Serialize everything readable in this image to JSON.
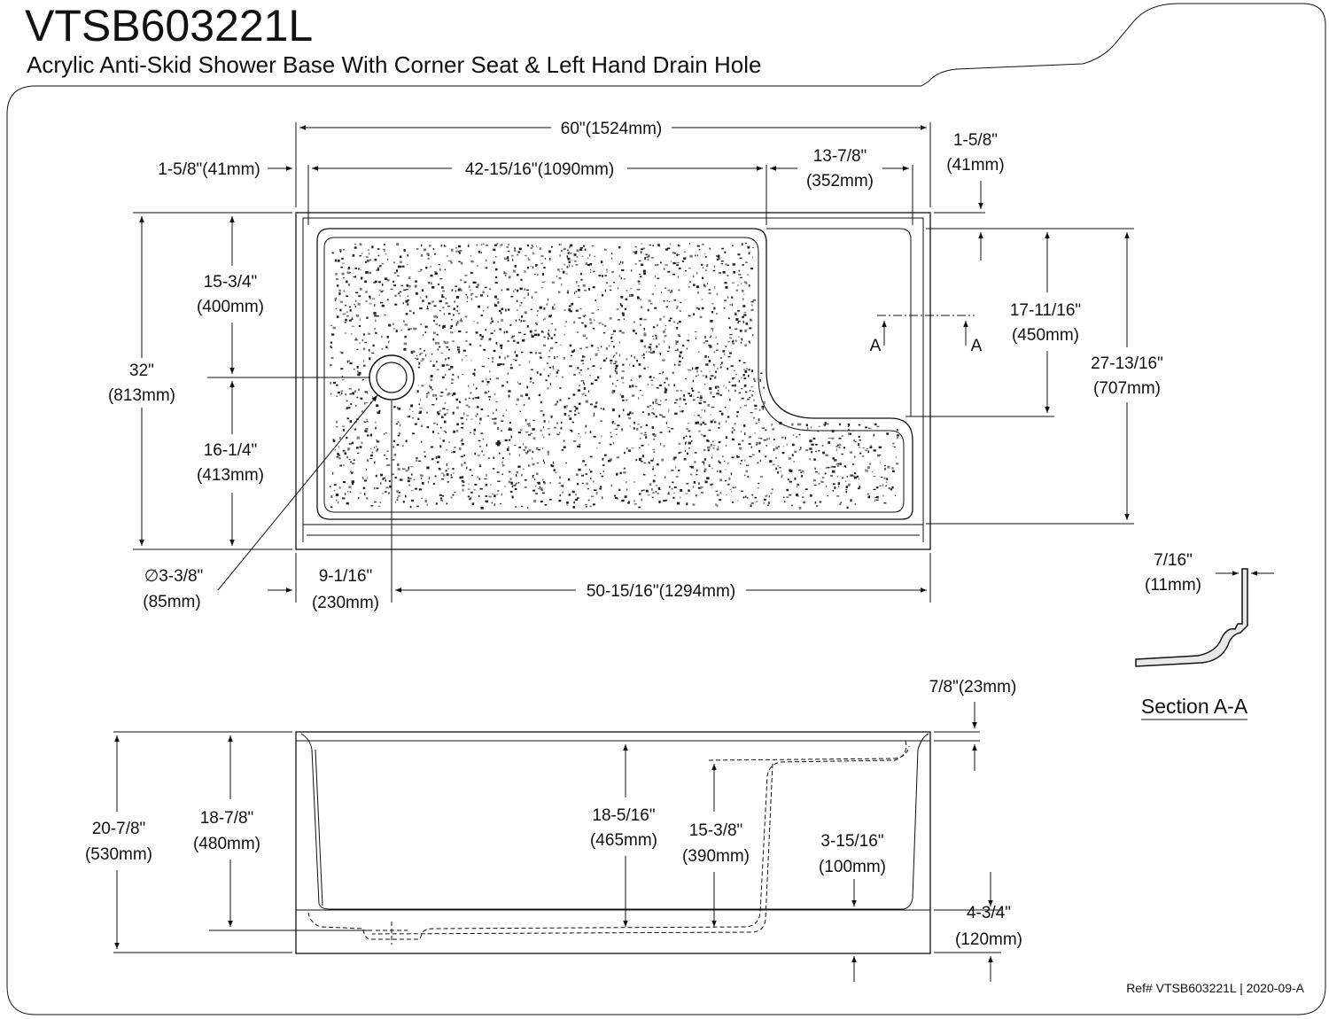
{
  "header": {
    "model": "VTSB603221L",
    "subtitle": "Acrylic Anti-Skid Shower Base With Corner Seat & Left Hand Drain Hole"
  },
  "top_view": {
    "overall_width": "60\"(1524mm)",
    "left_flange": "1-5/8\"(41mm)",
    "floor_width": "42-15/16\"(1090mm)",
    "seat_width": [
      "13-7/8\"",
      "(352mm)"
    ],
    "right_flange": [
      "1-5/8\"",
      "(41mm)"
    ],
    "overall_depth": [
      "32\"",
      "(813mm)"
    ],
    "drain_to_back": [
      "15-3/4\"",
      "(400mm)"
    ],
    "drain_to_front": [
      "16-1/4\"",
      "(413mm)"
    ],
    "seat_depth": [
      "17-11/16\"",
      "(450mm)"
    ],
    "inner_depth": [
      "27-13/16\"",
      "(707mm)"
    ],
    "drain_diameter": [
      "∅3-3/8\"",
      "(85mm)"
    ],
    "drain_to_left": [
      "9-1/16\"",
      "(230mm)"
    ],
    "drain_to_right": "50-15/16\"(1294mm)",
    "section_mark": "A"
  },
  "section": {
    "wall_thickness": [
      "7/16\"",
      "(11mm)"
    ],
    "label": "Section A-A"
  },
  "front_view": {
    "rim_height": "7/8\"(23mm)",
    "overall_height": [
      "20-7/8\"",
      "(530mm)"
    ],
    "inner_height": [
      "18-7/8\"",
      "(480mm)"
    ],
    "floor_height": [
      "18-5/16\"",
      "(465mm)"
    ],
    "seat_height": [
      "15-3/8\"",
      "(390mm)"
    ],
    "seat_floor": [
      "3-15/16\"",
      "(100mm)"
    ],
    "base_height": [
      "4-3/4\"",
      "(120mm)"
    ]
  },
  "footer": {
    "ref": "Ref# VTSB603221L | 2020-09-A"
  }
}
